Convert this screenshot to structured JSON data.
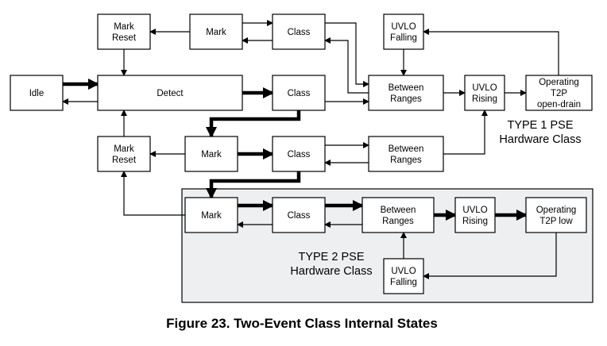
{
  "figure": {
    "caption": "Figure 23.  Two-Event Class Internal States"
  },
  "regions": {
    "type1": {
      "label_lines": [
        "TYPE 1 PSE",
        "Hardware Class"
      ]
    },
    "type2": {
      "label_lines": [
        "TYPE 2 PSE",
        "Hardware Class"
      ],
      "fill": "#eeeff1"
    }
  },
  "nodes": [
    {
      "id": "mark_reset_top",
      "lines": [
        "Mark",
        "Reset"
      ]
    },
    {
      "id": "mark_top",
      "lines": [
        "Mark"
      ]
    },
    {
      "id": "class_top",
      "lines": [
        "Class"
      ]
    },
    {
      "id": "uvlo_falling_t1",
      "lines": [
        "UVLO",
        "Falling"
      ]
    },
    {
      "id": "idle",
      "lines": [
        "Idle"
      ]
    },
    {
      "id": "detect",
      "lines": [
        "Detect"
      ]
    },
    {
      "id": "class_mid",
      "lines": [
        "Class"
      ]
    },
    {
      "id": "between_ranges_t1",
      "lines": [
        "Between",
        "Ranges"
      ]
    },
    {
      "id": "uvlo_rising_t1",
      "lines": [
        "UVLO",
        "Rising"
      ]
    },
    {
      "id": "operating_t1",
      "lines": [
        "Operating",
        "T2P",
        "open-drain"
      ]
    },
    {
      "id": "mark_reset_mid",
      "lines": [
        "Mark",
        "Reset"
      ]
    },
    {
      "id": "mark_mid",
      "lines": [
        "Mark"
      ]
    },
    {
      "id": "class_mid2",
      "lines": [
        "Class"
      ]
    },
    {
      "id": "between_ranges_mid",
      "lines": [
        "Between",
        "Ranges"
      ]
    },
    {
      "id": "mark_t2",
      "lines": [
        "Mark"
      ]
    },
    {
      "id": "class_t2",
      "lines": [
        "Class"
      ]
    },
    {
      "id": "between_ranges_t2",
      "lines": [
        "Between",
        "Ranges"
      ]
    },
    {
      "id": "uvlo_rising_t2",
      "lines": [
        "UVLO",
        "Rising"
      ]
    },
    {
      "id": "operating_t2",
      "lines": [
        "Operating",
        "T2P low"
      ]
    },
    {
      "id": "uvlo_falling_t2",
      "lines": [
        "UVLO",
        "Falling"
      ]
    }
  ],
  "edges": [
    {
      "from": "idle",
      "to": "detect",
      "style": "thick"
    },
    {
      "from": "detect",
      "to": "idle",
      "style": "thin"
    },
    {
      "from": "detect",
      "to": "class_mid",
      "style": "thick"
    },
    {
      "from": "mark_top",
      "to": "mark_reset_top",
      "style": "thin"
    },
    {
      "from": "mark_top",
      "to": "class_top",
      "style": "thin"
    },
    {
      "from": "class_top",
      "to": "mark_top",
      "style": "thin"
    },
    {
      "from": "mark_reset_top",
      "to": "detect",
      "style": "thin"
    },
    {
      "from": "class_top",
      "to": "between_ranges_t1",
      "style": "thin"
    },
    {
      "from": "between_ranges_t1",
      "to": "class_top",
      "style": "thin"
    },
    {
      "from": "class_mid",
      "to": "between_ranges_t1",
      "style": "thin"
    },
    {
      "from": "uvlo_falling_t1",
      "to": "between_ranges_t1",
      "style": "thin"
    },
    {
      "from": "between_ranges_t1",
      "to": "uvlo_rising_t1",
      "style": "thin"
    },
    {
      "from": "uvlo_rising_t1",
      "to": "operating_t1",
      "style": "thin"
    },
    {
      "from": "operating_t1",
      "to": "uvlo_falling_t1",
      "style": "thin"
    },
    {
      "from": "class_mid",
      "to": "mark_mid",
      "style": "thick"
    },
    {
      "from": "mark_mid",
      "to": "mark_reset_mid",
      "style": "thin"
    },
    {
      "from": "mark_reset_mid",
      "to": "detect",
      "style": "thin"
    },
    {
      "from": "mark_mid",
      "to": "class_mid2",
      "style": "thick"
    },
    {
      "from": "class_mid2",
      "to": "between_ranges_mid",
      "style": "thin"
    },
    {
      "from": "between_ranges_mid",
      "to": "class_mid2",
      "style": "thin"
    },
    {
      "from": "between_ranges_mid",
      "to": "uvlo_rising_t1",
      "style": "thin"
    },
    {
      "from": "class_mid2",
      "to": "mark_t2",
      "style": "thick"
    },
    {
      "from": "mark_t2",
      "to": "mark_reset_mid",
      "style": "thin"
    },
    {
      "from": "mark_t2",
      "to": "class_t2",
      "style": "thick"
    },
    {
      "from": "class_t2",
      "to": "mark_t2",
      "style": "thin"
    },
    {
      "from": "class_t2",
      "to": "between_ranges_t2",
      "style": "thick"
    },
    {
      "from": "between_ranges_t2",
      "to": "class_t2",
      "style": "thin"
    },
    {
      "from": "between_ranges_t2",
      "to": "uvlo_rising_t2",
      "style": "thick"
    },
    {
      "from": "uvlo_rising_t2",
      "to": "operating_t2",
      "style": "thick"
    },
    {
      "from": "operating_t2",
      "to": "uvlo_falling_t2",
      "style": "thin"
    },
    {
      "from": "uvlo_falling_t2",
      "to": "between_ranges_t2",
      "style": "thin"
    }
  ]
}
